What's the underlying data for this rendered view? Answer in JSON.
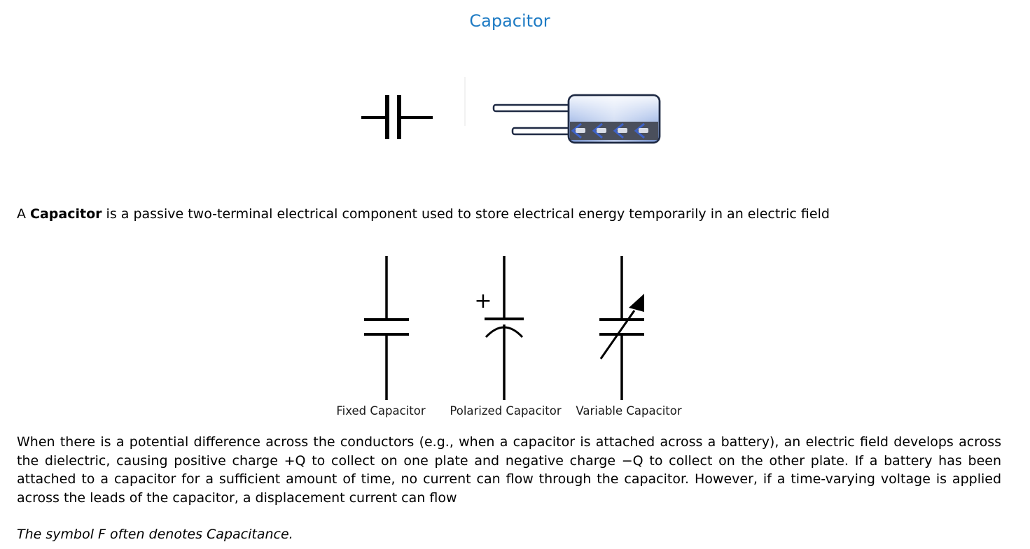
{
  "page": {
    "title": "Capacitor"
  },
  "intro": {
    "prefix": "A ",
    "term": "Capacitor",
    "text": " is a passive two-terminal electrical component used to store electrical energy temporarily in an electric field"
  },
  "symbols": {
    "polarity_mark": "+",
    "labels": [
      "Fixed Capacitor",
      "Polarized Capacitor",
      "Variable Capacitor"
    ]
  },
  "body": {
    "paragraph": "When there is a potential difference across the conductors (e.g., when a capacitor is attached across a battery), an electric field develops across the dielectric, causing positive charge +Q to collect on one plate and negative charge −Q to collect on the other plate. If a battery has been attached to a capacitor for a sufficient amount of time, no current can flow through the capacitor. However, if a time-varying voltage is applied across the leads of the capacitor, a displacement current can flow",
    "note": "The symbol F often denotes Capacitance."
  },
  "colors": {
    "title": "#1e7bc4",
    "capacitor_body": "#a8bfe8",
    "capacitor_outline": "#1f2a44"
  }
}
